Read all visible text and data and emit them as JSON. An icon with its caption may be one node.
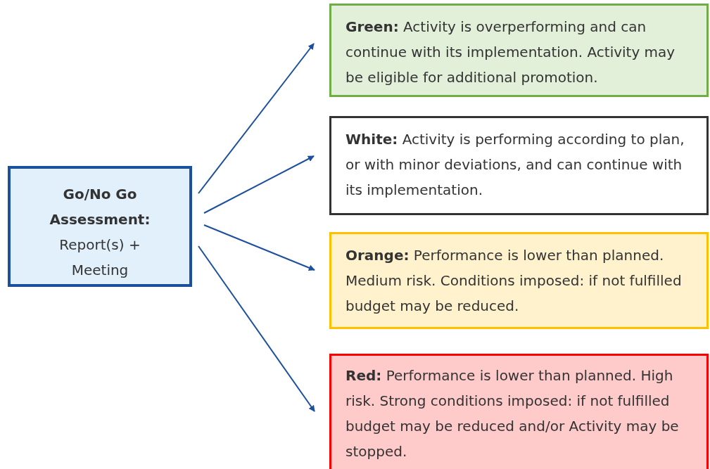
{
  "diagram": {
    "nodes": [
      {
        "text": [
          "**Go/No Go Assessment:** Report(s) + Meeting"
        ]
      },
      {
        "text": [
          "**Green:** Activity is overperforming and can continue with its implementation. Activity may be eligible for additional promotion."
        ]
      },
      {
        "text": [
          "**White:** Activity is performing according to plan, or with minor deviations, and can continue with its implementation."
        ]
      },
      {
        "text": [
          "**Orange:** Performance is lower than planned. Medium risk. Conditions imposed: if not fulfilled budget may be reduced."
        ]
      },
      {
        "text": [
          "**Red:** Performance is lower than planned. High risk. Strong conditions imposed: if not fulfilled budget may be reduced and/or Activity may be stopped."
        ]
      }
    ],
    "edges": [
      {
        "from": 0,
        "to": 1,
        "arrow": "to"
      },
      {
        "from": 0,
        "to": 2,
        "arrow": "to"
      },
      {
        "from": 0,
        "to": 3,
        "arrow": "to"
      },
      {
        "from": 0,
        "to": 4,
        "arrow": "to"
      }
    ]
  }
}
